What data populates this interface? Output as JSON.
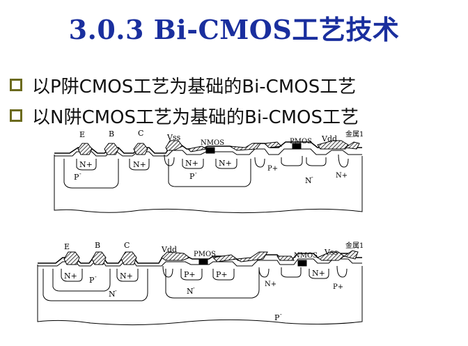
{
  "title": "3.0.3  Bi-CMOS工艺技术",
  "bullets": [
    "以P阱CMOS工艺为基础的Bi-CMOS工艺",
    "以N阱CMOS工艺为基础的Bi-CMOS工艺"
  ],
  "diagram_top": {
    "labels": {
      "e": "E",
      "b": "B",
      "c": "C",
      "vss": "Vss",
      "nmos": "NMOS",
      "pmos": "PMOS",
      "vdd": "Vdd",
      "metal": "金属1",
      "n_plus_1": "N+",
      "n_plus_2": "N+",
      "n_plus_3": "N+",
      "n_plus_4": "N+",
      "n_plus_5": "N+",
      "p_plus": "P+",
      "p_minus_1": "P",
      "p_minus_2": "P",
      "n_minus": "N"
    }
  },
  "diagram_bottom": {
    "labels": {
      "e": "E",
      "b": "B",
      "c": "C",
      "vdd": "Vdd",
      "pmos": "PMOS",
      "nmos": "NMOS",
      "vss": "Vss",
      "metal": "金属1",
      "n_plus_1": "N+",
      "n_plus_2": "N+",
      "n_plus_3": "N+",
      "n_plus_4": "N+",
      "p_plus_1": "P+",
      "p_plus_2": "P+",
      "p_plus_3": "P+",
      "p_minus_1": "P",
      "p_minus_2": "P",
      "n_minus_1": "N",
      "n_minus_2": "N"
    }
  }
}
